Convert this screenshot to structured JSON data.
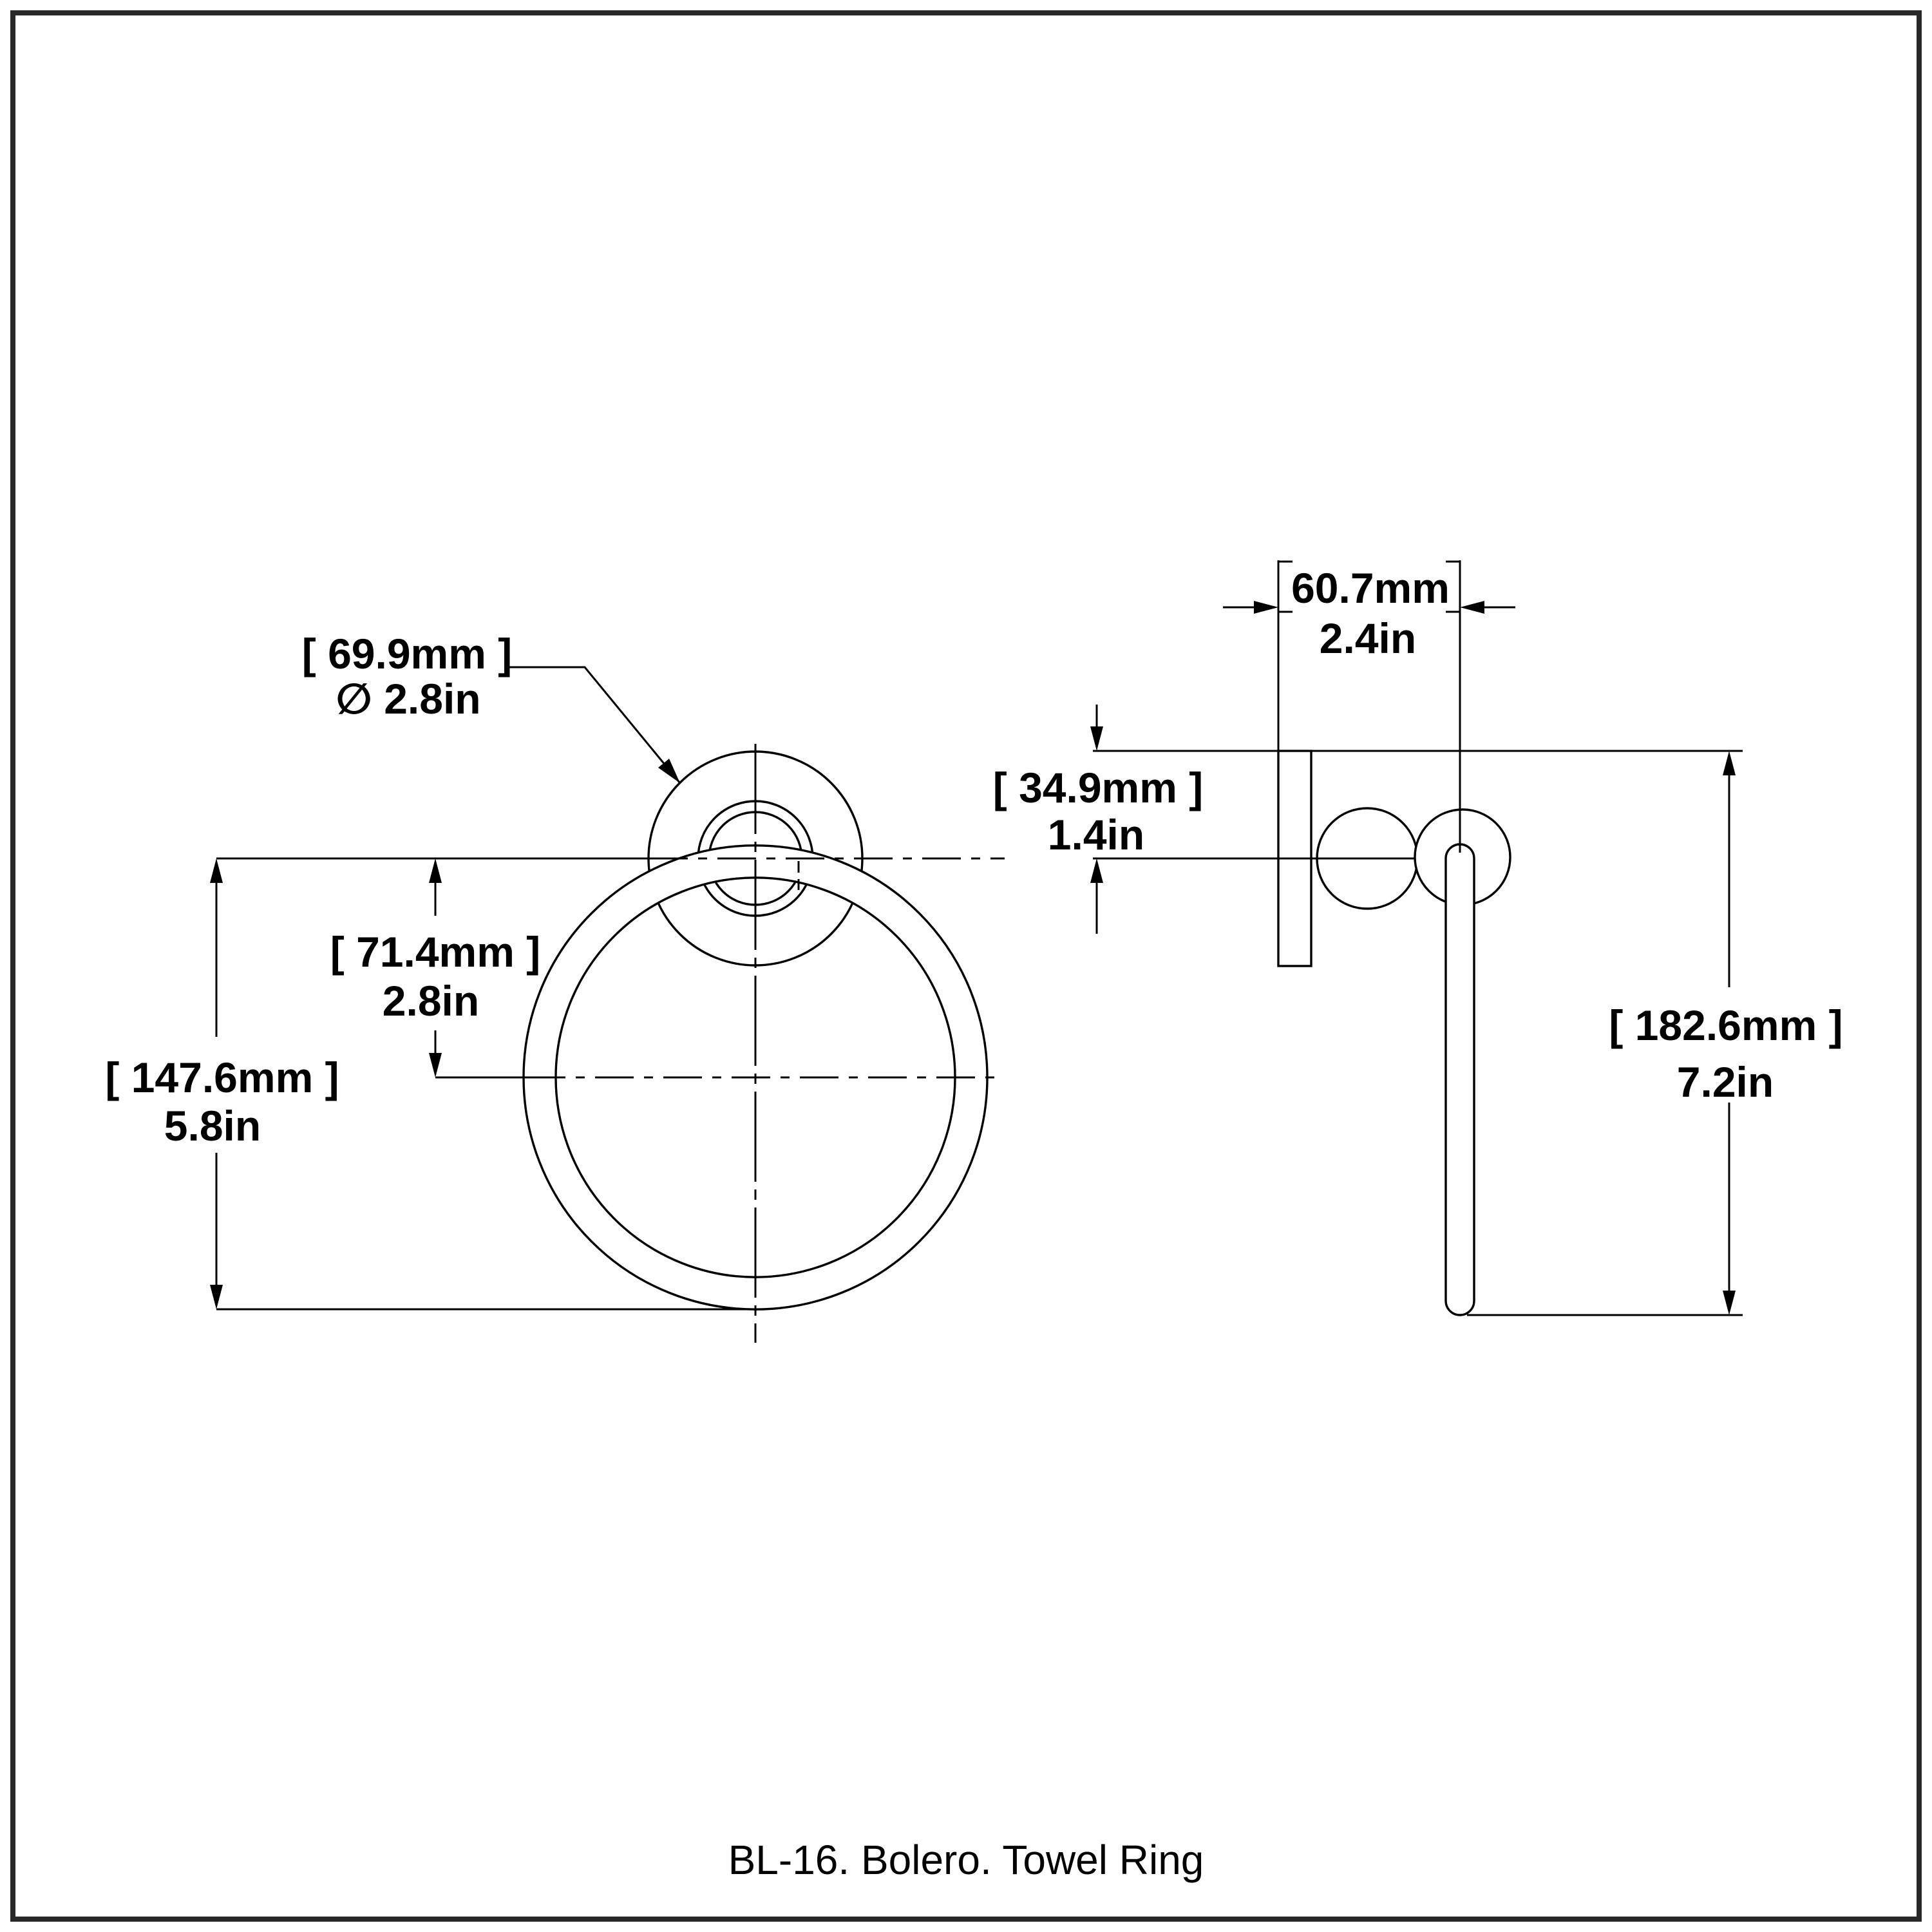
{
  "drawing": {
    "caption": "BL-16. Bolero. Towel Ring",
    "colors": {
      "background": "#ffffff",
      "line": "#000000",
      "border": "#282828"
    },
    "front_view": {
      "dim_flange_diameter": {
        "metric": "[ 69.9mm ]",
        "imperial": "∅ 2.8in"
      },
      "dim_top_to_ring_center": {
        "metric": "[ 71.4mm ]",
        "imperial": "2.8in"
      },
      "dim_top_to_ring_bottom": {
        "metric": "[ 147.6mm ]",
        "imperial": "5.8in"
      }
    },
    "side_view": {
      "dim_projection": {
        "metric": "60.7mm",
        "imperial": "2.4in"
      },
      "dim_plate_top_to_center": {
        "metric": "[ 34.9mm ]",
        "imperial": "1.4in"
      },
      "dim_overall_height": {
        "metric": "[ 182.6mm ]",
        "imperial": "7.2in"
      }
    }
  }
}
